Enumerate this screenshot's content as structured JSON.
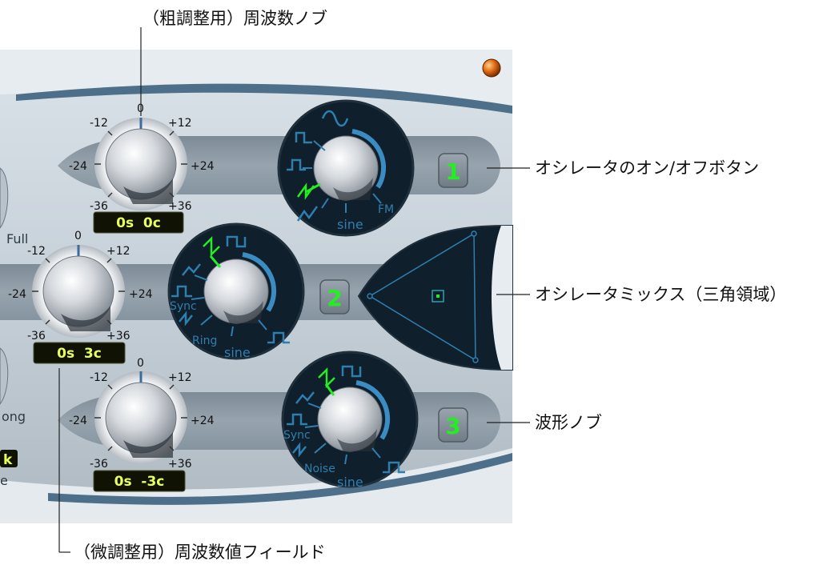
{
  "callouts": {
    "coarse_knob": "（粗調整用）周波数ノブ",
    "onoff": "オシレータのオン/オフボタン",
    "mix": "オシレータミックス（三角領域）",
    "waveform": "波形ノブ",
    "fine_field": "（微調整用）周波数値フィールド"
  },
  "left_partial": {
    "full": "Full",
    "long": "ong",
    "k": "k",
    "e": "e"
  },
  "oscillators": [
    {
      "number": "1",
      "tick_top": "0",
      "tick_tl": "-12",
      "tick_tr": "+12",
      "tick_l": "-24",
      "tick_r": "+24",
      "tick_bl": "-36",
      "tick_br": "+36",
      "freq_value": "0s  0c",
      "wave_bottom": "sine",
      "wave_extra": "FM"
    },
    {
      "number": "2",
      "tick_top": "0",
      "tick_tl": "-12",
      "tick_tr": "+12",
      "tick_l": "-24",
      "tick_r": "+24",
      "tick_bl": "-36",
      "tick_br": "+36",
      "freq_value": "0s  3c",
      "wave_bottom": "sine",
      "wave_sync": "Sync",
      "wave_mod": "Ring"
    },
    {
      "number": "3",
      "tick_top": "0",
      "tick_tl": "-12",
      "tick_tr": "+12",
      "tick_l": "-24",
      "tick_r": "+24",
      "tick_bl": "-36",
      "tick_br": "+36",
      "freq_value": "0s  -3c",
      "wave_bottom": "sine",
      "wave_sync": "Sync",
      "wave_mod": "Noise"
    }
  ],
  "colors": {
    "panel": "#c9d3da",
    "dark_wave_bg": "#0f1f2c",
    "active_green": "#22ee22",
    "wave_blue": "#2f7fae",
    "lcd_bg": "#101204",
    "lcd_text": "#e8ff60"
  }
}
